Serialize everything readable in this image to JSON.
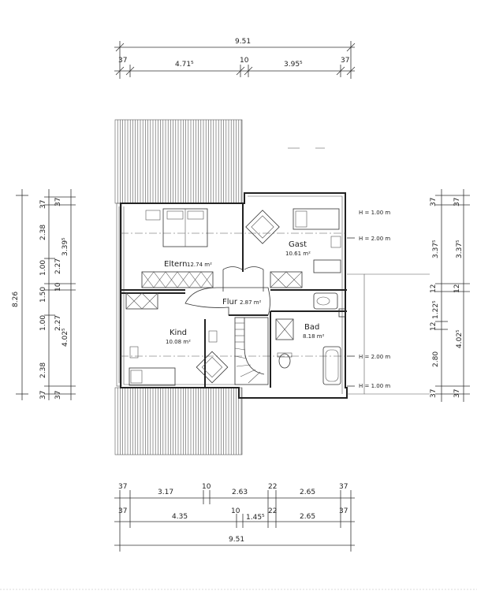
{
  "top_dims": {
    "overall": "9.51",
    "segments": [
      "37",
      "4.71⁵",
      "10",
      "3.95⁵",
      "37"
    ]
  },
  "bottom_dims": {
    "row1": [
      "37",
      "3.17",
      "10",
      "2.63",
      "22",
      "2.65",
      "37"
    ],
    "row2": [
      "37",
      "4.35",
      "10",
      "1.45⁵",
      "22",
      "2.65",
      "37"
    ],
    "overall": "9.51"
  },
  "left_dims": {
    "overall": "8.26",
    "col1": [
      "37",
      "2.38",
      "1.00",
      "1.50",
      "1.00",
      "2.38",
      "37"
    ],
    "col2": [
      "37",
      "3.39⁵",
      "2.27",
      "10",
      "2.27",
      "4.02⁵",
      "37"
    ]
  },
  "right_dims": {
    "col1": [
      "37",
      "3.37⁵",
      "12",
      "1.22⁵",
      "12",
      "2.80",
      "37"
    ],
    "col2": [
      "37",
      "3.37⁵",
      "12",
      "4.02⁵",
      "37"
    ]
  },
  "heights": [
    "H = 1.00 m",
    "H = 2.00 m",
    "H = 2.00 m",
    "H = 1.00 m"
  ],
  "rooms": {
    "eltern": {
      "name": "Eltern",
      "area": "12.74 m²"
    },
    "gast": {
      "name": "Gast",
      "area": "10.61 m²"
    },
    "flur": {
      "name": "Flur",
      "area": "2.87 m²"
    },
    "kind": {
      "name": "Kind",
      "area": "10.08 m²"
    },
    "bad": {
      "name": "Bad",
      "area": "8.18 m²"
    }
  }
}
